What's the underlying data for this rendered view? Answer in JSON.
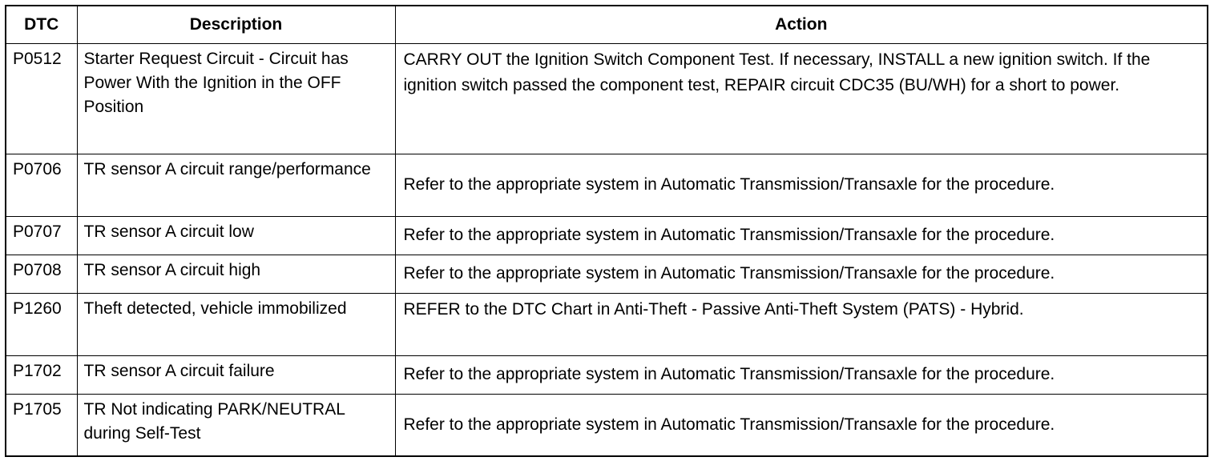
{
  "table": {
    "headers": {
      "dtc": "DTC",
      "description": "Description",
      "action": "Action"
    },
    "rows": [
      {
        "dtc": "P0512",
        "description": "Starter Request Circuit - Circuit has Power With the Ignition in the OFF Position",
        "action": "CARRY OUT the Ignition Switch Component Test. If necessary, INSTALL a new ignition switch. If the ignition switch passed the component test, REPAIR  circuit CDC35 (BU/WH) for a short to power."
      },
      {
        "dtc": "P0706",
        "description": "TR sensor A circuit range/performance",
        "action": "Refer to the appropriate system  in Automatic Transmission/Transaxle for the procedure."
      },
      {
        "dtc": "P0707",
        "description": "TR sensor A circuit low",
        "action": "Refer to the appropriate system  in Automatic Transmission/Transaxle for the procedure."
      },
      {
        "dtc": "P0708",
        "description": "TR sensor A circuit high",
        "action": "Refer to the appropriate system  in Automatic Transmission/Transaxle for the procedure."
      },
      {
        "dtc": "P1260",
        "description": "Theft detected, vehicle immobilized",
        "action": "REFER to the DTC Chart in Anti-Theft - Passive Anti-Theft System (PATS) - Hybrid."
      },
      {
        "dtc": "P1702",
        "description": "TR sensor A circuit failure",
        "action": "Refer to the appropriate system  in Automatic Transmission/Transaxle for the procedure."
      },
      {
        "dtc": "P1705",
        "description": "TR Not indicating PARK/NEUTRAL during Self-Test",
        "action": "Refer to the appropriate system  in Automatic Transmission/Transaxle for the procedure."
      }
    ]
  }
}
